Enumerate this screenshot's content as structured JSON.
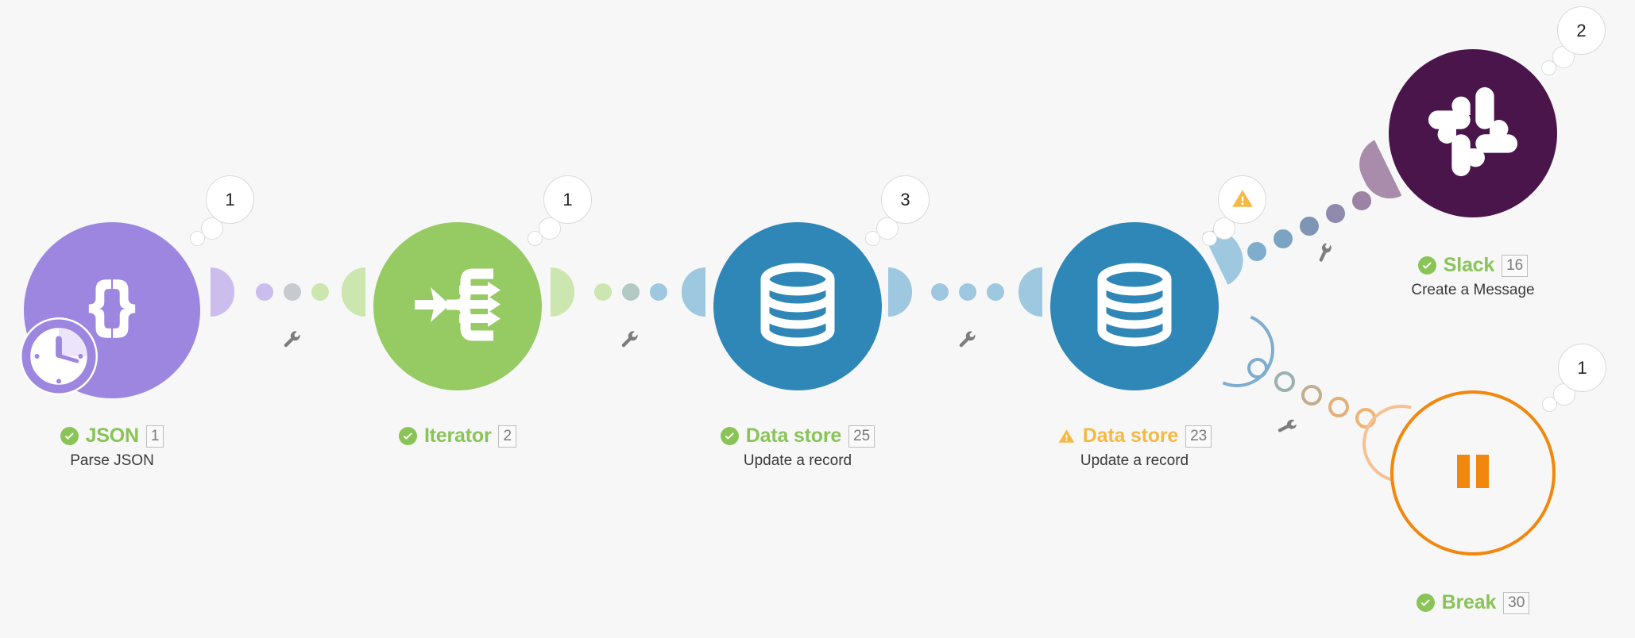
{
  "canvas": {
    "background": "#f7f7f7",
    "app": "scenario-flow-editor"
  },
  "palette": {
    "json_purple": "#9d86e0",
    "json_port": "#cbbdee",
    "iterator_green": "#96ca63",
    "iterator_port": "#cbe6ae",
    "datastore_blue": "#2f87b7",
    "datastore_port": "#9ec8e0",
    "slack_purple": "#4a154b",
    "slack_port": "#a98cab",
    "break_orange": "#f2870d",
    "status_ok": "#8ac457",
    "status_warn": "#f5b944",
    "bubble_border": "#d9d9d9"
  },
  "modules": [
    {
      "id": "json",
      "name": "JSON",
      "title": "JSON",
      "subtitle": "Parse JSON",
      "badge": "1",
      "status": "ok",
      "counter": "1",
      "icon": "json-braces-icon",
      "has_clock": true
    },
    {
      "id": "iterator",
      "name": "Iterator",
      "title": "Iterator",
      "subtitle": "",
      "badge": "2",
      "status": "ok",
      "counter": "1",
      "icon": "iterator-split-icon",
      "has_clock": false
    },
    {
      "id": "datastore-25",
      "name": "Data store",
      "title": "Data store",
      "subtitle": "Update a record",
      "badge": "25",
      "status": "ok",
      "counter": "3",
      "icon": "database-cylinder-icon",
      "has_clock": false
    },
    {
      "id": "datastore-23",
      "name": "Data store",
      "title": "Data store",
      "subtitle": "Update a record",
      "badge": "23",
      "status": "warn",
      "counter": "warning",
      "icon": "database-cylinder-icon",
      "has_clock": false
    },
    {
      "id": "slack",
      "name": "Slack",
      "title": "Slack",
      "subtitle": "Create a Message",
      "badge": "16",
      "status": "ok",
      "counter": "2",
      "icon": "slack-hash-icon",
      "has_clock": false
    },
    {
      "id": "break",
      "name": "Break",
      "title": "Break",
      "subtitle": "",
      "badge": "30",
      "status": "ok",
      "counter": "1",
      "icon": "pause-bars-icon",
      "has_clock": false
    }
  ],
  "connectors": [
    {
      "id": "json-to-iterator",
      "from": "json",
      "to": "iterator",
      "tool": "wrench-icon",
      "style": "filled"
    },
    {
      "id": "iterator-to-datastore25",
      "from": "iterator",
      "to": "datastore-25",
      "tool": "wrench-icon",
      "style": "filled"
    },
    {
      "id": "datastore25-to-datastore23",
      "from": "datastore-25",
      "to": "datastore-23",
      "tool": "wrench-icon",
      "style": "filled"
    },
    {
      "id": "datastore23-to-slack",
      "from": "datastore-23",
      "to": "slack",
      "tool": "wrench-icon",
      "style": "filled"
    },
    {
      "id": "datastore23-to-break",
      "from": "datastore-23",
      "to": "break",
      "tool": "wrench-icon",
      "style": "hollow"
    }
  ]
}
